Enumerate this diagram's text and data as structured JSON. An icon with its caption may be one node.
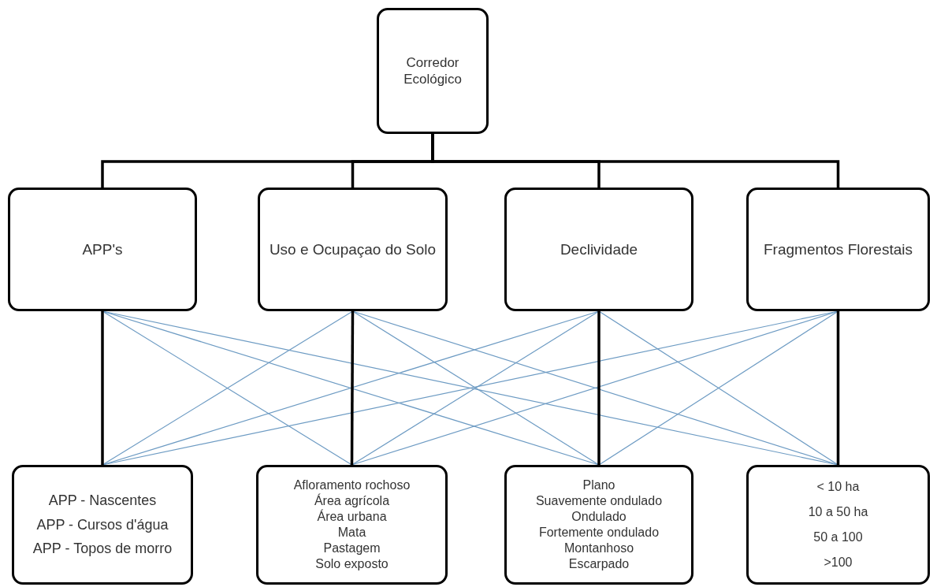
{
  "diagram": {
    "nodes": [
      {
        "text": [
          "Corredor Ecológico"
        ]
      },
      {
        "text": [
          "APP's"
        ]
      },
      {
        "text": [
          "Uso e Ocupaçao do Solo"
        ]
      },
      {
        "text": [
          "Declividade"
        ]
      },
      {
        "text": [
          "Fragmentos Florestais"
        ]
      },
      {
        "text": [
          "APP - Nascentes",
          "APP - Cursos d'água",
          "APP - Topos de morro"
        ]
      },
      {
        "text": [
          "Afloramento rochoso",
          "Área agrícola",
          "Área urbana",
          "Mata",
          "Pastagem",
          "Solo exposto"
        ]
      },
      {
        "text": [
          "Plano",
          "Suavemente ondulado",
          "Ondulado",
          "Fortemente ondulado",
          "Montanhoso",
          "Escarpado"
        ]
      },
      {
        "text": [
          "< 10 ha",
          "10 a 50 ha",
          "50 a 100",
          ">100"
        ]
      }
    ],
    "edges": [
      {
        "from": 0,
        "to": 1,
        "arrow": "none",
        "style": "thick",
        "color": "#000000"
      },
      {
        "from": 0,
        "to": 2,
        "arrow": "none",
        "style": "thick",
        "color": "#000000"
      },
      {
        "from": 0,
        "to": 3,
        "arrow": "none",
        "style": "thick",
        "color": "#000000"
      },
      {
        "from": 0,
        "to": 4,
        "arrow": "none",
        "style": "thick",
        "color": "#000000"
      },
      {
        "from": 1,
        "to": 5,
        "arrow": "none",
        "style": "thick",
        "color": "#000000"
      },
      {
        "from": 2,
        "to": 6,
        "arrow": "none",
        "style": "thick",
        "color": "#000000"
      },
      {
        "from": 3,
        "to": 7,
        "arrow": "none",
        "style": "thick",
        "color": "#000000"
      },
      {
        "from": 4,
        "to": 8,
        "arrow": "none",
        "style": "thick",
        "color": "#000000"
      },
      {
        "from": 1,
        "to": 6,
        "arrow": "none"
      },
      {
        "from": 1,
        "to": 7,
        "arrow": "none"
      },
      {
        "from": 1,
        "to": 8,
        "arrow": "none"
      },
      {
        "from": 2,
        "to": 5,
        "arrow": "none"
      },
      {
        "from": 2,
        "to": 7,
        "arrow": "none"
      },
      {
        "from": 2,
        "to": 8,
        "arrow": "none"
      },
      {
        "from": 3,
        "to": 5,
        "arrow": "none"
      },
      {
        "from": 3,
        "to": 6,
        "arrow": "none"
      },
      {
        "from": 3,
        "to": 8,
        "arrow": "none"
      },
      {
        "from": 4,
        "to": 5,
        "arrow": "none"
      },
      {
        "from": 4,
        "to": 6,
        "arrow": "none"
      },
      {
        "from": 4,
        "to": 7,
        "arrow": "none"
      }
    ]
  }
}
